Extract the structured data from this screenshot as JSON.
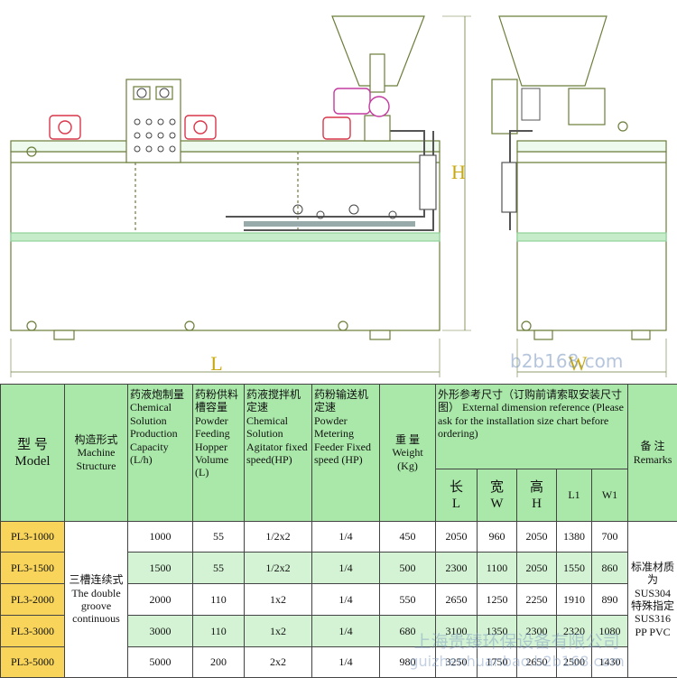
{
  "drawing": {
    "dim_length": "L",
    "dim_height": "H",
    "dim_width": "W",
    "colors": {
      "outline": "#6b7d3a",
      "accent_green": "#8fd39a",
      "motor_red": "#d9364a",
      "motor_magenta": "#c43aa0",
      "pipe": "#555555"
    }
  },
  "table": {
    "headers": {
      "model": "型 号\nModel",
      "structure": "构造形式\nMachine Structure",
      "capacity": "药液炮制量\nChemical Solution Production Capacity (L/h)",
      "hopper": "药粉供料槽容量\nPowder Feeding Hopper Volume (L)",
      "agitator": "药液搅拌机定速\nChemical Solution Agitator fixed speed(HP)",
      "feeder": "药粉输送机定速\nPowder Metering Feeder Fixed speed (HP)",
      "weight": "重 量\nWeight (Kg)",
      "dimension": "外形参考尺寸（订购前请索取安装尺寸图） External dimension reference (Please ask for the installation size chart before ordering)",
      "remarks": "备 注\nRemarks",
      "L": "长\nL",
      "W": "宽\nW",
      "H": "高\nH",
      "L1": "L1",
      "W1": "W1"
    },
    "structure_value": "三槽连续式\nThe double groove continuous",
    "remarks_value": "标准材质为SUS304特殊指定SUS316 PP PVC",
    "rows": [
      {
        "model": "PL3-1000",
        "capacity": "1000",
        "hopper": "55",
        "agitator": "1/2x2",
        "feeder": "1/4",
        "weight": "450",
        "L": "2050",
        "W": "960",
        "H": "2050",
        "L1": "1380",
        "W1": "700"
      },
      {
        "model": "PL3-1500",
        "capacity": "1500",
        "hopper": "55",
        "agitator": "1/2x2",
        "feeder": "1/4",
        "weight": "500",
        "L": "2300",
        "W": "1100",
        "H": "2050",
        "L1": "1550",
        "W1": "860"
      },
      {
        "model": "PL3-2000",
        "capacity": "2000",
        "hopper": "110",
        "agitator": "1x2",
        "feeder": "1/4",
        "weight": "550",
        "L": "2650",
        "W": "1250",
        "H": "2250",
        "L1": "1910",
        "W1": "890"
      },
      {
        "model": "PL3-3000",
        "capacity": "3000",
        "hopper": "110",
        "agitator": "1x2",
        "feeder": "1/4",
        "weight": "680",
        "L": "3100",
        "W": "1350",
        "H": "2300",
        "L1": "2320",
        "W1": "1080"
      },
      {
        "model": "PL3-5000",
        "capacity": "5000",
        "hopper": "200",
        "agitator": "2x2",
        "feeder": "1/4",
        "weight": "980",
        "L": "3250",
        "W": "1750",
        "H": "2650",
        "L1": "2500",
        "W1": "1430"
      }
    ]
  },
  "watermark": {
    "line1": "上海贵臻环保设备有限公司",
    "line2": "guizhenhuanbao.b2b168.com",
    "site": "b2b168.com"
  }
}
